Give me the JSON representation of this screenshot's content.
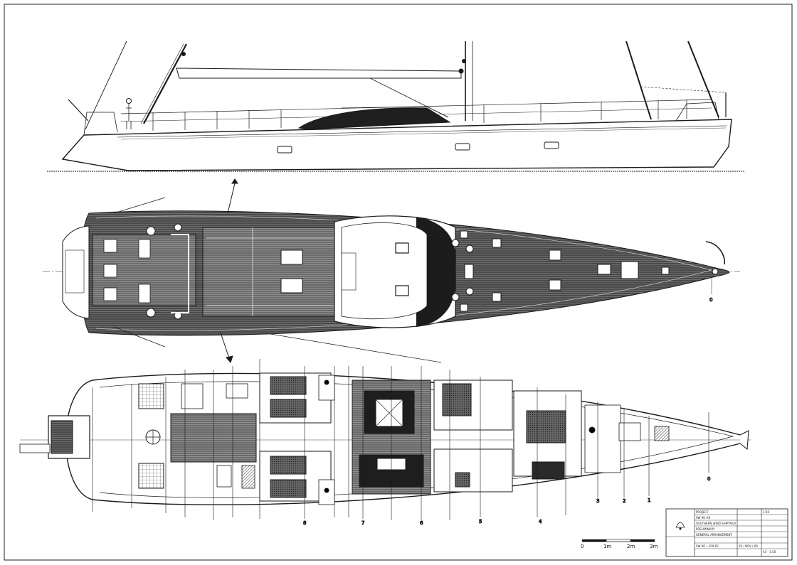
{
  "drawing": {
    "elevation_view": "profile",
    "deck_view": "deck-plan",
    "interior_view": "accommodation-plan"
  },
  "stations": {
    "lower": [
      "8",
      "7",
      "6",
      "5",
      "4",
      "3",
      "2",
      "1"
    ],
    "bow_marker": "0",
    "deck_bow_marker": "0"
  },
  "scale_bar": {
    "ticks": [
      "0",
      "1m",
      "2m",
      "3m"
    ]
  },
  "title_block": {
    "project_label": "PROJECT",
    "project_value": "SW 96 #8",
    "yard": "SOUTHERN WIND SHIPYARD",
    "title1": "PRELIMINARY",
    "title2": "GENERAL ARRANGEMENT",
    "drawing_no": "SW 96 • 100 62",
    "date": "20 / NOV / 09",
    "scale_label": "1:50",
    "sheet": "A3 - 1:50"
  },
  "colors": {
    "line": "#1a1a1a",
    "deck_fill": "#3a3a3a",
    "hatch": "#555555",
    "paper": "#ffffff"
  }
}
